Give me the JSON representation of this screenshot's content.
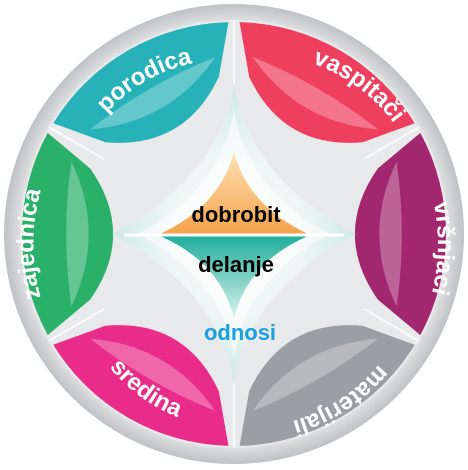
{
  "diagram": {
    "segments": [
      {
        "id": "porodica",
        "label": "porodica",
        "color": "#27b2b9"
      },
      {
        "id": "vaspitaci",
        "label": "vaspitači",
        "color": "#ef3f5f"
      },
      {
        "id": "vrsnjaci",
        "label": "vršnjaci",
        "color": "#a2276f"
      },
      {
        "id": "materijali",
        "label": "materijali",
        "color": "#9b9ea2"
      },
      {
        "id": "sredina",
        "label": "sredina",
        "color": "#e92c8a"
      },
      {
        "id": "zajednica",
        "label": "zajednica",
        "color": "#2bb06a"
      }
    ],
    "center": {
      "top": {
        "label": "dobrobit",
        "color": "#222222",
        "fill": "#f7b869"
      },
      "middle": {
        "label": "delanje",
        "color": "#1c1c1c",
        "fill": "#39b7a8"
      },
      "bottom": {
        "label": "odnosi",
        "color": "#1aa0e0"
      }
    },
    "rim_color": "#d4d5d8"
  }
}
